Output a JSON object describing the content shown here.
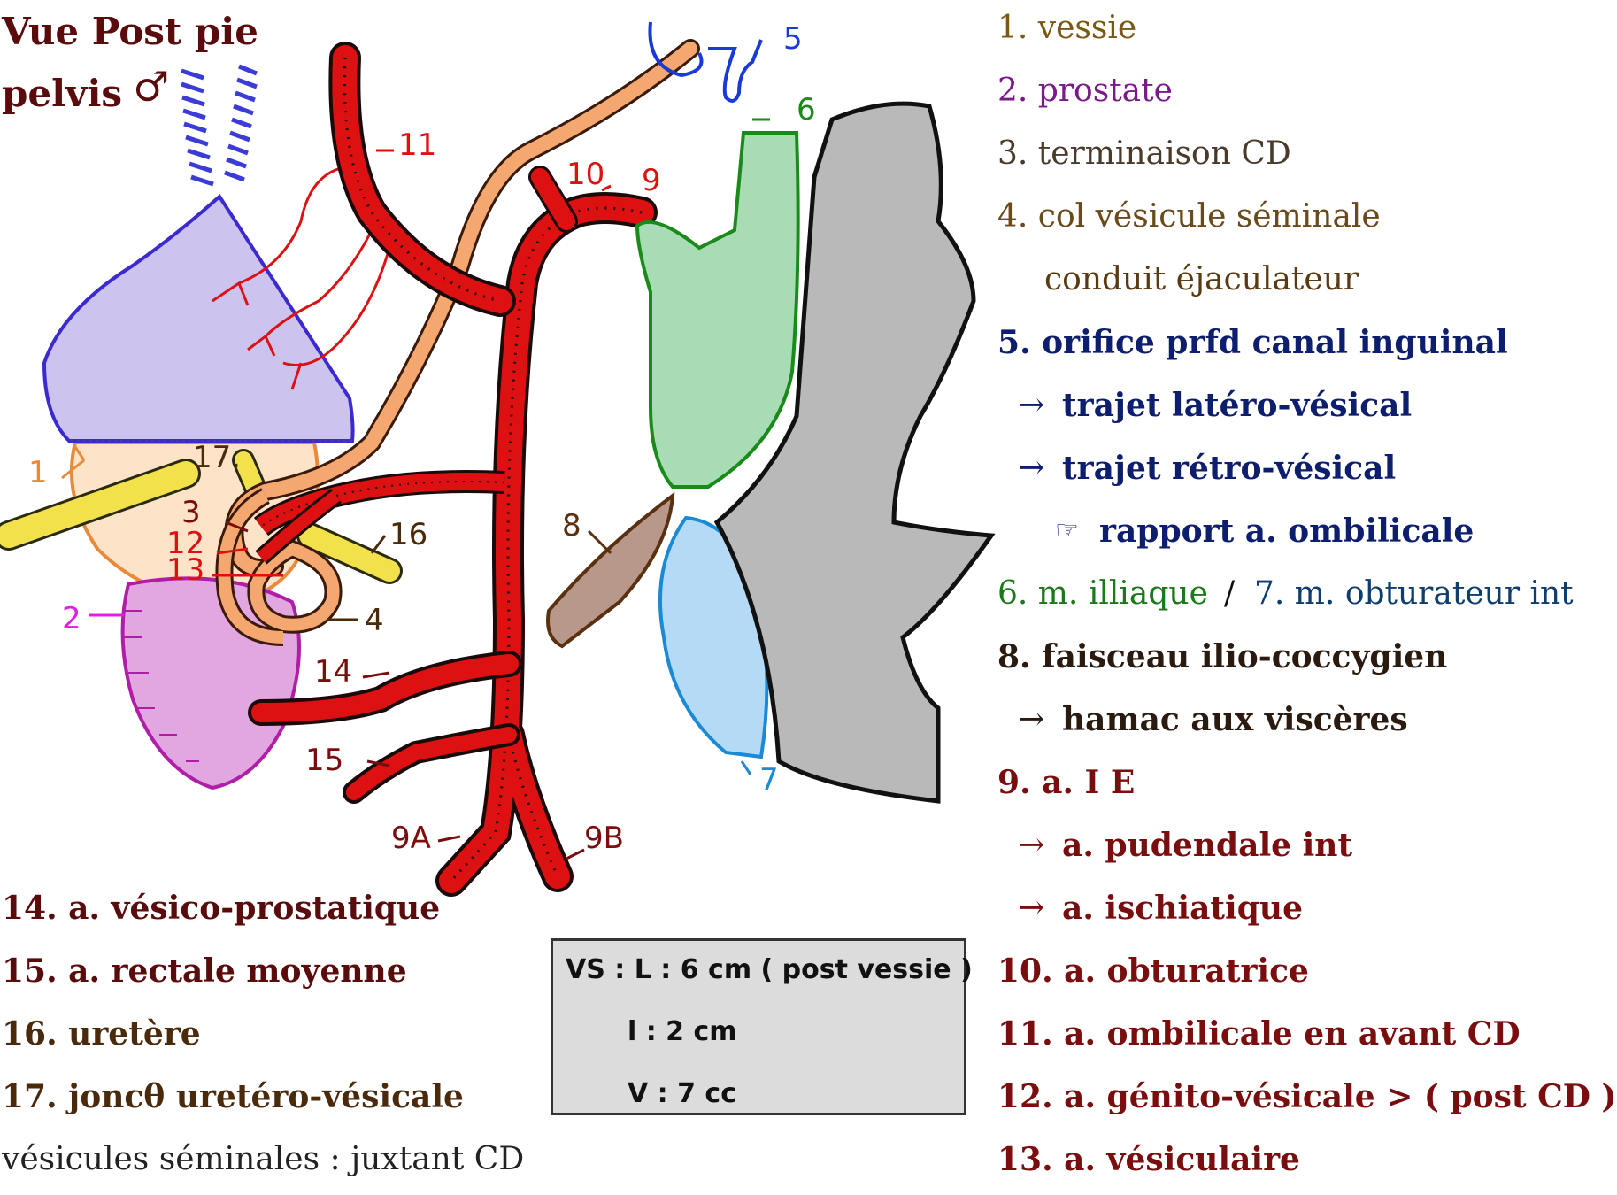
{
  "title": {
    "line1": "Vue Post pie",
    "line2": "pelvis"
  },
  "icons": {
    "male_symbol": "male-symbol-icon",
    "pointing_hand": "pointing-hand-icon",
    "arrow": "right-arrow-icon"
  },
  "colors": {
    "vessie": "#c8b6ec",
    "prostate": "#e2a6e0",
    "arteries": "#dd1111",
    "vas_deferens": "#f4a870",
    "ureter": "#f2e14a",
    "iliacus": "#a8dcb4",
    "obturator": "#b4daf6",
    "ilio_coccygeus": "#b8988a",
    "bone": "#b9b9b9"
  },
  "diagram_labels": {
    "l1": "1",
    "l2": "2",
    "l3": "3",
    "l4": "4",
    "l5": "5",
    "l6": "6",
    "l7": "7",
    "l8": "8",
    "l9": "9",
    "l10": "10",
    "l11": "11",
    "l12": "12",
    "l13": "13",
    "l14": "14",
    "l15": "15",
    "l16": "16",
    "l17": "17.",
    "l9a": "9A",
    "l9b": "9B"
  },
  "legend_right": [
    {
      "text": "1. vessie",
      "color": "#7a5a12"
    },
    {
      "text": "2. prostate",
      "color": "#7a1a8a"
    },
    {
      "text": "3. terminaison CD",
      "color": "#4a3a2a"
    },
    {
      "text": "4. col vésicule séminale",
      "color": "#6a4a1a"
    },
    {
      "text": "conduit éjaculateur",
      "color": "#5a3a10"
    },
    {
      "text": "5. orifice prfd canal inguinal",
      "color": "#0d1e6e"
    },
    {
      "text": "trajet latéro-vésical",
      "color": "#0d1e6e"
    },
    {
      "text": "trajet rétro-vésical",
      "color": "#0d1e6e"
    },
    {
      "text": "rapport a. ombilicale",
      "color": "#0d1e6e"
    },
    {
      "text": "6. m. illiaque",
      "color": "#1a7a1a"
    },
    {
      "text": "/",
      "color": "#111111"
    },
    {
      "text": "7. m. obturateur int",
      "color": "#0d3e6e"
    },
    {
      "text": "8. faisceau ilio-coccygien",
      "color": "#2a1a10"
    },
    {
      "text": "hamac aux viscères",
      "color": "#2a1a10"
    },
    {
      "text": "9. a. I E",
      "color": "#7a0e0e"
    },
    {
      "text": "a. pudendale int",
      "color": "#7a0e0e"
    },
    {
      "text": "a. ischiatique",
      "color": "#7a0e0e"
    },
    {
      "text": "10. a. obturatrice",
      "color": "#7a0e0e"
    },
    {
      "text": "11. a. ombilicale  en avant CD",
      "color": "#7a0e0e"
    },
    {
      "text": "12. a. génito-vésicale > ( post CD )",
      "color": "#7a0e0e"
    },
    {
      "text": "13. a. vésiculaire",
      "color": "#7a0e0e"
    }
  ],
  "legend_left": [
    {
      "text": "14. a. vésico-prostatique",
      "color": "#5a0b0b"
    },
    {
      "text": "15. a. rectale moyenne",
      "color": "#5a0b0b"
    },
    {
      "text": "16. uretère",
      "color": "#4a2a0a"
    },
    {
      "text": "17. joncθ uretéro-vésicale",
      "color": "#4a2a0a"
    },
    {
      "text": "vésicules séminales : juxtant CD",
      "color": "#222222"
    }
  ],
  "infobox": {
    "line1": "VS : L : 6 cm   ( post vessie )",
    "line2": "l : 2 cm",
    "line3": "V : 7 cc"
  }
}
